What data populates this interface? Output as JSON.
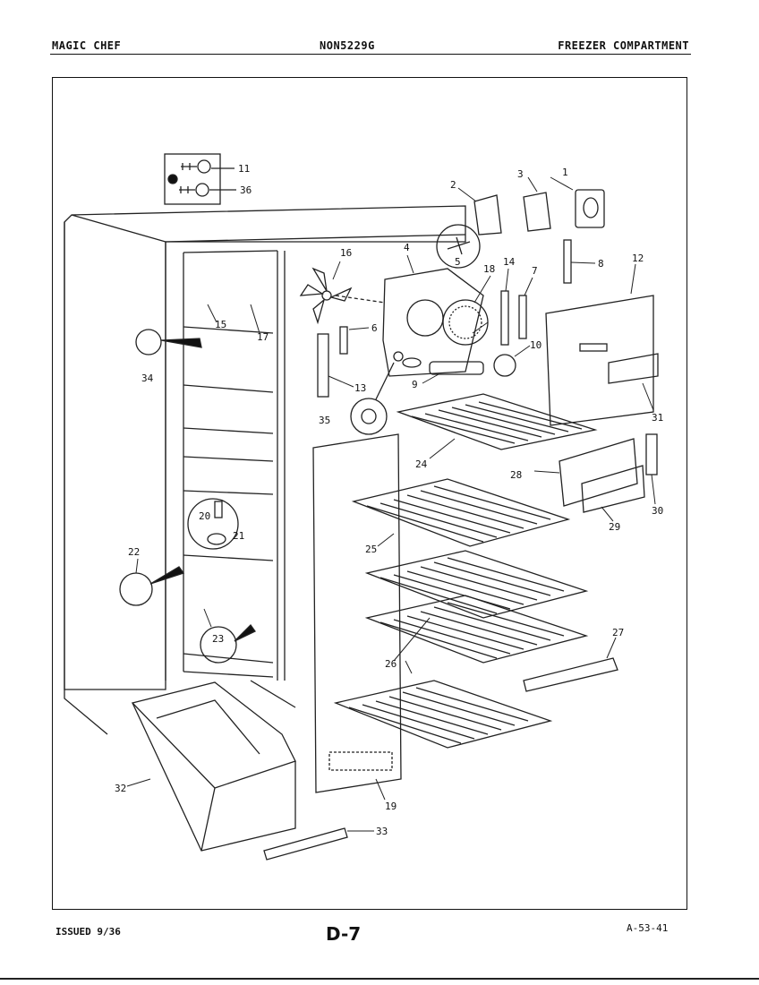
{
  "header": {
    "brand": "MAGIC CHEF",
    "model": "NON5229G",
    "section": "FREEZER COMPARTMENT"
  },
  "footer": {
    "issued": "ISSUED 9/36",
    "page": "D-7",
    "code": "A-53-41"
  },
  "diagram": {
    "part_labels": [
      "1",
      "2",
      "3",
      "4",
      "5",
      "6",
      "7",
      "8",
      "9",
      "10",
      "11",
      "12",
      "13",
      "14",
      "15",
      "16",
      "17",
      "18",
      "19",
      "20",
      "21",
      "22",
      "23",
      "24",
      "25",
      "26",
      "27",
      "28",
      "29",
      "30",
      "31",
      "32",
      "33",
      "34",
      "35",
      "36"
    ]
  }
}
